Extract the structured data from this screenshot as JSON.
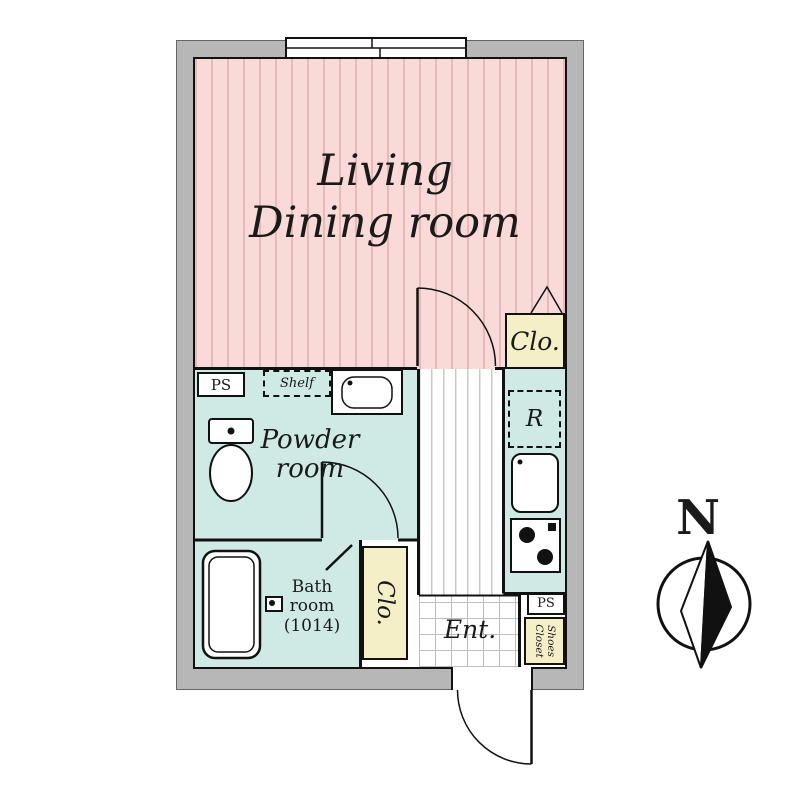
{
  "title": "Apartment floor plan",
  "colors": {
    "wall_gray": "#b7b7b7",
    "living_pink": "#f9dad8",
    "living_stripe": "#e7b9b7",
    "wet_area_teal": "#cfe9e4",
    "closet_yellow": "#f4efc6",
    "line_black": "#1a1a1a"
  },
  "labels": {
    "living": {
      "line1": "Living",
      "line2": "Dining room"
    },
    "powder": {
      "line1": "Powder",
      "line2": "room"
    },
    "bath": {
      "line1": "Bath",
      "line2": "room",
      "line3": "(1014)"
    },
    "closet_top": "Clo.",
    "closet_mid": "Clo.",
    "refrigerator": "R",
    "entrance": "Ent.",
    "pipe_space_1": "PS",
    "pipe_space_2": "PS",
    "shelf": "Shelf",
    "shoes_closet": {
      "line1": "Shoes",
      "line2": "Closet"
    }
  },
  "compass": {
    "north": "N"
  },
  "icons": {
    "toilet": "toilet-fixture",
    "bathtub": "bathtub-fixture",
    "sink_powder": "washbasin-fixture",
    "sink_kitchen": "kitchen-sink-fixture",
    "stove": "stove-fixture",
    "window": "sliding-window-symbol",
    "doors": "door-swing-arcs",
    "compass": "north-compass-rose"
  }
}
